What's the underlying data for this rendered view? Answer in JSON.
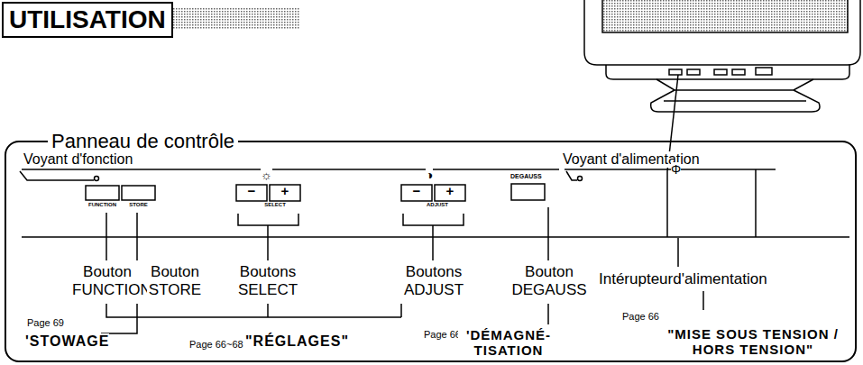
{
  "diagram": {
    "title": "UTILISATION",
    "nodes": [
      {
        "text": [
          "Panneau de contrôle"
        ]
      }
    ],
    "labels": [
      "Voyant d'fonction",
      "Voyant d'alimentation",
      "☼",
      "◑",
      "DEGAUSS",
      "Φ",
      "FUNCTION",
      "STORE",
      "−",
      "+",
      "SELECT",
      "−",
      "+",
      "ADJUST",
      "Bouton FUNCTION",
      "Bouton STORE",
      "Boutons SELECT",
      "Boutons ADJUST",
      "Bouton DEGAUSS",
      "Intérupteurd'alimentation",
      "Page 69",
      "'STOWAGE",
      "Page 66~68",
      "\"RÉGLAGES\"",
      "Page 66",
      "'DÉMAGNÉ- TISATION",
      "Page 66",
      "\"MISE SOUS TENSION / HORS TENSION\""
    ]
  }
}
